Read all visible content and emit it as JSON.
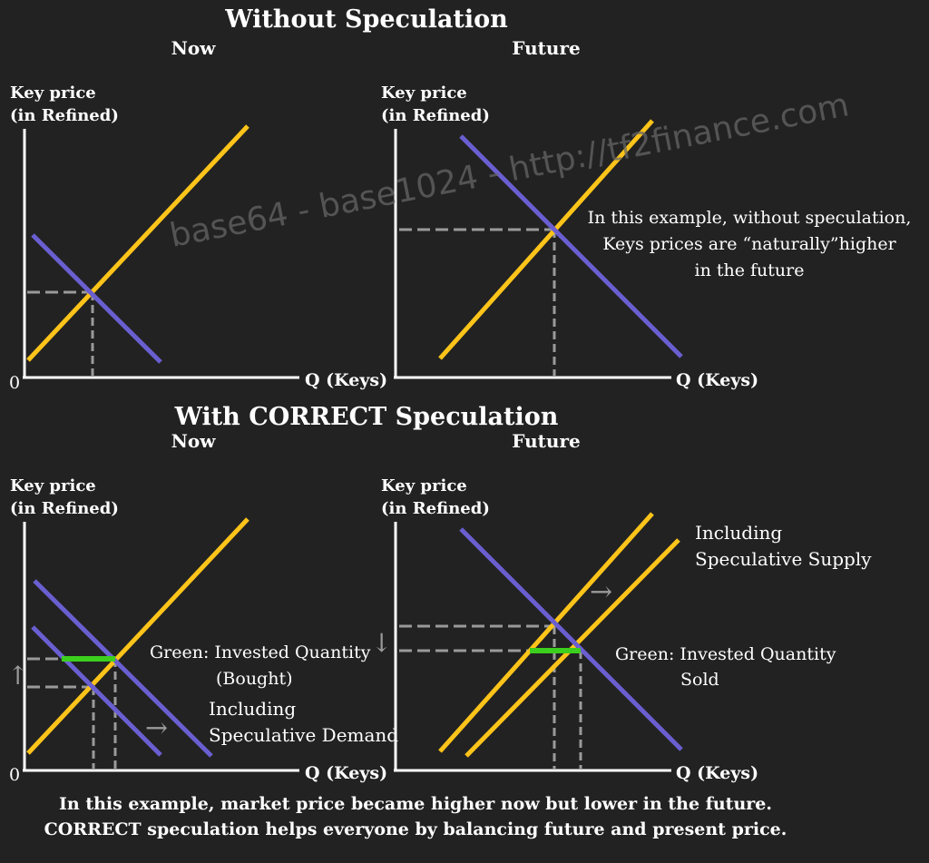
{
  "colors": {
    "background": "#222222",
    "text": "#ffffff",
    "supply": "#ffc41a",
    "demand": "#6a5fd0",
    "dashed": "#9a9a9a",
    "invested": "#3ccf1d",
    "arrow": "#9a9a9a",
    "watermark": "#666666"
  },
  "titles": {
    "without": "Without Speculation",
    "with": "With CORRECT Speculation"
  },
  "panel_labels": {
    "now": "Now",
    "future": "Future"
  },
  "axis": {
    "ylabel_line1": "Key price",
    "ylabel_line2": "(in Refined)",
    "xlabel": "Q (Keys)",
    "origin": "0"
  },
  "watermark": "base64 - base1024 - http://tf2finance.com",
  "annotations": {
    "future_note_line1": "In this example, without speculation,",
    "future_note_line2": "Keys prices are “naturally”higher",
    "future_note_line3": "in the future",
    "bought_line1": "Green: Invested Quantity",
    "bought_line2": "(Bought)",
    "spec_demand_line1": "Including",
    "spec_demand_line2": "Speculative Demand",
    "spec_supply_line1": "Including",
    "spec_supply_line2": "Speculative Supply",
    "sold_line1": "Green: Invested Quantity",
    "sold_line2": "Sold"
  },
  "footer": {
    "line1": "In this example, market price became higher now but lower in the future.",
    "line2": "CORRECT speculation helps everyone by balancing future and present price."
  },
  "icons": {
    "up_arrow": "↑",
    "down_arrow": "↓",
    "right_arrow": "→"
  }
}
